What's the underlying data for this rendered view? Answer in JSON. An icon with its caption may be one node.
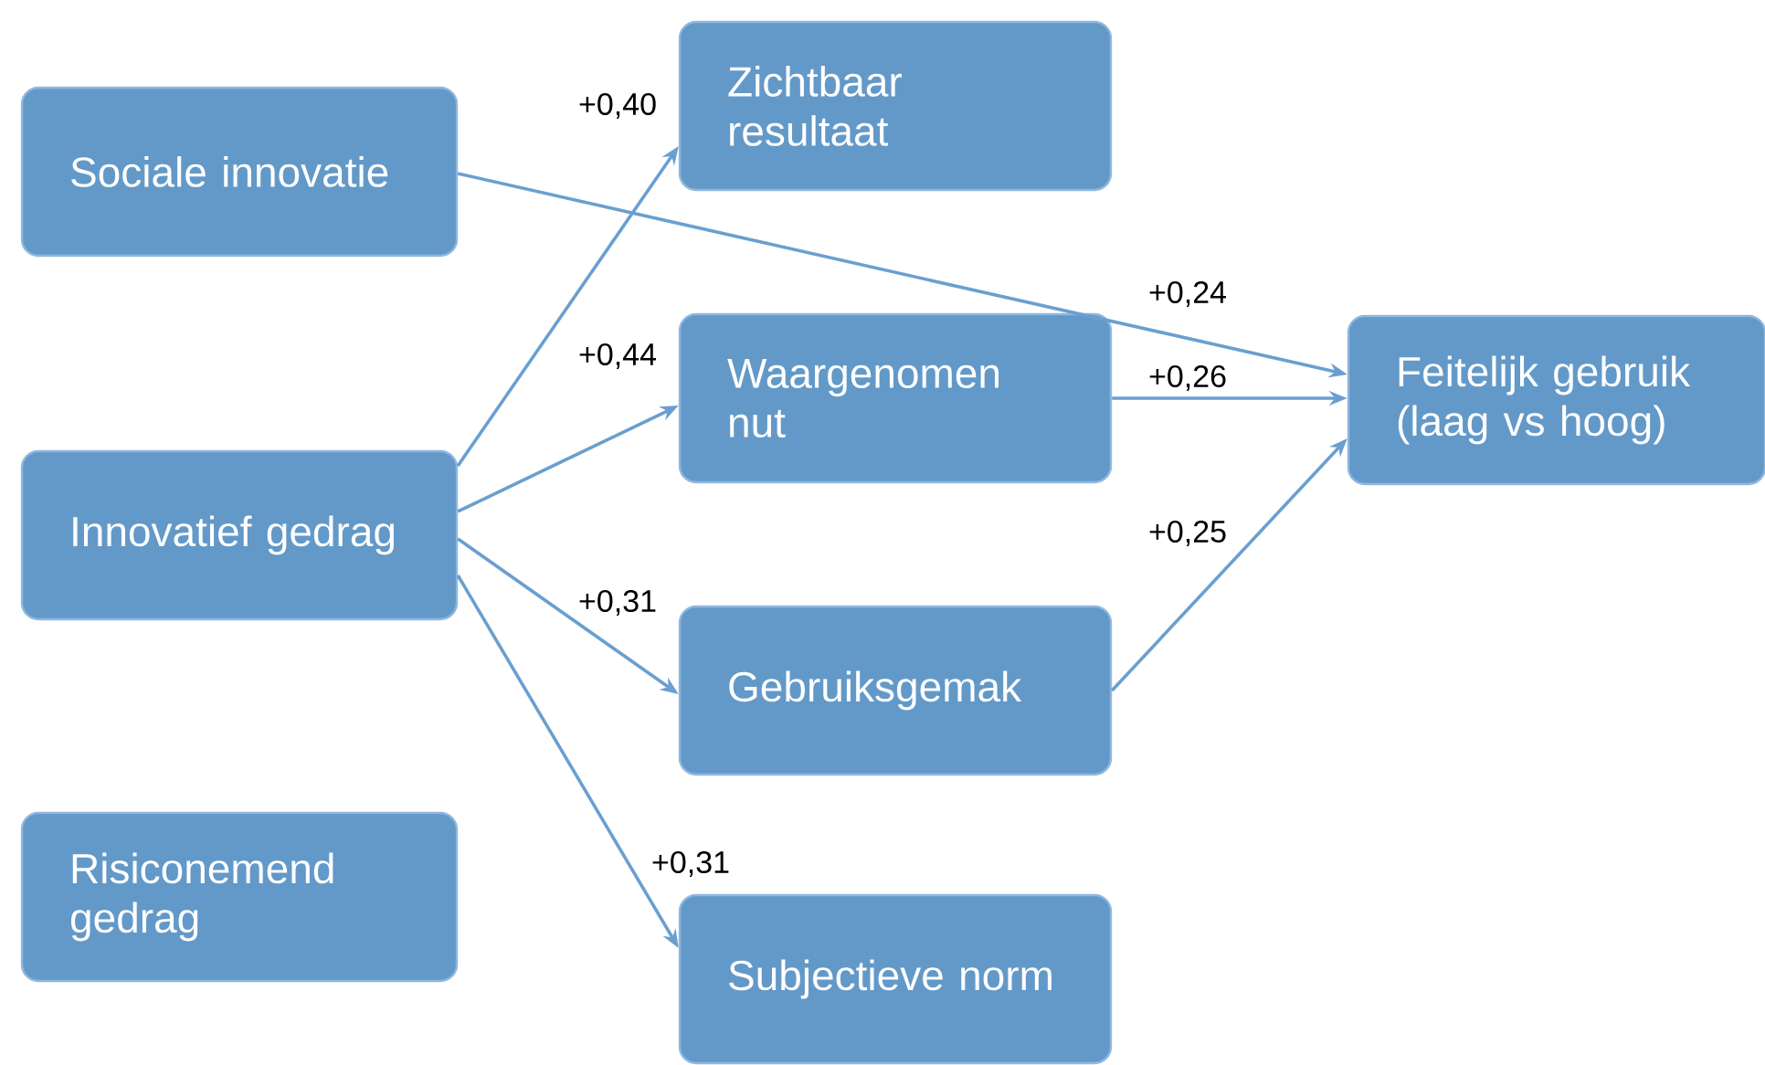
{
  "diagram": {
    "nodes": [
      {
        "text": [
          "Sociale innovatie"
        ]
      },
      {
        "text": [
          "Innovatief gedrag"
        ]
      },
      {
        "text": [
          "Risiconemend gedrag"
        ]
      },
      {
        "text": [
          "Zichtbaar resultaat"
        ]
      },
      {
        "text": [
          "Waargenomen nut"
        ]
      },
      {
        "text": [
          "Gebruiksgemak"
        ]
      },
      {
        "text": [
          "Subjectieve norm"
        ]
      },
      {
        "text": [
          "Feitelijk gebruik (laag vs hoog)"
        ]
      }
    ],
    "edges": [
      {
        "from": 0,
        "to": 7,
        "arrow": "to",
        "label": "+0,24"
      },
      {
        "from": 1,
        "to": 3,
        "arrow": "to",
        "label": "+0,40"
      },
      {
        "from": 1,
        "to": 4,
        "arrow": "to",
        "label": "+0,44"
      },
      {
        "from": 1,
        "to": 5,
        "arrow": "to",
        "label": "+0,31"
      },
      {
        "from": 1,
        "to": 6,
        "arrow": "to",
        "label": "+0,31"
      },
      {
        "from": 4,
        "to": 7,
        "arrow": "to",
        "label": "+0,26"
      },
      {
        "from": 5,
        "to": 7,
        "arrow": "to",
        "label": "+0,25"
      }
    ]
  }
}
